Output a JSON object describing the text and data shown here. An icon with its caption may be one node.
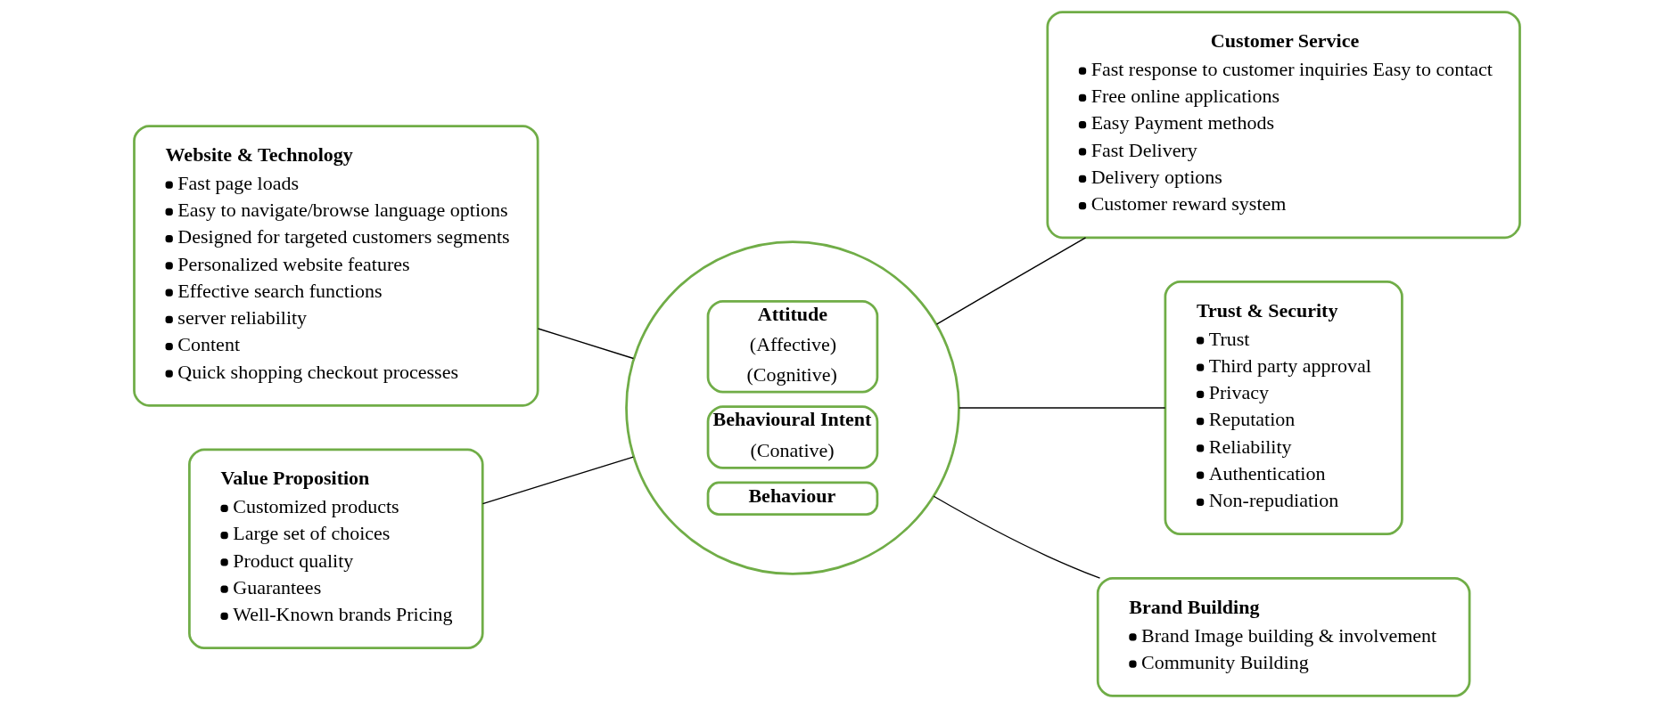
{
  "diagram": {
    "nodes": [
      {
        "text": [
          "Website & Technology",
          "Fast page loads",
          "Easy to navigate/browse language options",
          "Designed for targeted customers segments",
          "Personalized website features",
          "Effective search functions",
          "server reliability",
          "Content",
          "Quick shopping checkout processes"
        ]
      },
      {
        "text": [],
        "shape": "circle"
      },
      {
        "text": [
          "Attitude",
          "(Affective)",
          "(Cognitive)"
        ],
        "in": 1
      },
      {
        "text": [
          "Behavioural Intent",
          "(Conative)"
        ],
        "in": 1
      },
      {
        "text": [
          "Behaviour"
        ],
        "in": 1
      },
      {
        "text": [
          "Customer Service",
          "Fast response to customer inquiries Easy to contact",
          "Free online applications",
          "Easy Payment methods",
          "Fast Delivery",
          "Delivery options",
          "Customer reward system"
        ]
      },
      {
        "text": [
          "Value Proposition",
          "Customized products",
          "Large set of choices",
          "Product quality",
          "Guarantees",
          "Well-Known brands Pricing"
        ]
      },
      {
        "text": [
          "Trust & Security",
          "Trust",
          "Third party approval",
          "Privacy",
          "Reputation",
          "Reliability",
          "Authentication",
          "Non-repudiation"
        ]
      },
      {
        "text": [
          "Brand Building",
          "Brand Image building & involvement",
          "Community Building"
        ]
      }
    ],
    "edges": [
      {
        "from": 0,
        "to": 1,
        "arrow": "none"
      },
      {
        "from": 5,
        "to": 1,
        "arrow": "none"
      },
      {
        "from": 6,
        "to": 1,
        "arrow": "none"
      },
      {
        "from": 7,
        "to": 1,
        "arrow": "none"
      },
      {
        "from": 1,
        "to": 8,
        "arrow": "none"
      }
    ]
  }
}
